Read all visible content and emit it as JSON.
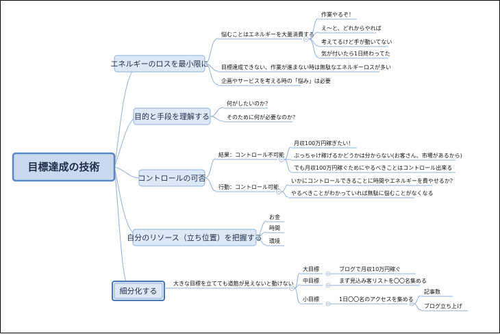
{
  "root": {
    "label": "目標達成の技術"
  },
  "branches": [
    {
      "label": "エネルギーのロスを最小限に",
      "children": [
        {
          "label": "悩むことはエネルギーを大量消費する",
          "children": [
            "作業やるぞ！",
            "え～と、どれからやれば",
            "考えてるけど手が動いてない",
            "気が付いたら1日終わってた"
          ]
        },
        {
          "label": "目標達成できない、作業が進まない時は無駄なエネルギーロスが多い"
        },
        {
          "label": "企画やサービスを考える時の「悩み」は必要"
        }
      ]
    },
    {
      "label": "目的と手段を理解する",
      "children": [
        {
          "label": "何がしたいのか？"
        },
        {
          "label": "そのために何が必要なのか？"
        }
      ]
    },
    {
      "label": "コントロールの可否",
      "children": [
        {
          "label": "結果：コントロール不可能",
          "children": [
            "月収100万円稼ぎたい！",
            "ぶっちゃけ稼げるかどうかは分からない(お客さん、市場があるから)",
            "でも月収100万円稼ぐためにやるべきことはコントロール出来る"
          ]
        },
        {
          "label": "行動：コントロール可能",
          "children": [
            "いかにコントロールできることに時間やエネルギーを費やせるか？",
            "やるべきことがわかっていれば無駄に悩むことがなくなる"
          ]
        }
      ]
    },
    {
      "label": "自分のリソース（立ち位置）を把握する",
      "children": [
        {
          "label": "お金"
        },
        {
          "label": "時間"
        },
        {
          "label": "環境"
        }
      ]
    },
    {
      "label": "細分化する",
      "children": [
        {
          "label": "大きな目標を立てても道筋が見えないと動けない",
          "children": [
            {
              "label": "大目標",
              "children": [
                {
                  "label": "ブログで月収10万円稼ぐ"
                }
              ]
            },
            {
              "label": "中目標",
              "children": [
                {
                  "label": "まず見込み客リストを〇〇名集める"
                }
              ]
            },
            {
              "label": "小目標",
              "children": [
                {
                  "label": "1日〇〇名のアクセスを集める",
                  "children": [
                    "記事数",
                    "ブログ立ち上げ"
                  ]
                }
              ]
            }
          ]
        }
      ]
    }
  ],
  "colors": {
    "root_fill": "#c9d9ee",
    "root_border": "#5b87c5",
    "main_fill": "#dde8f6",
    "main_border": "#8fb0d8",
    "connector": "#8fb0d8"
  }
}
